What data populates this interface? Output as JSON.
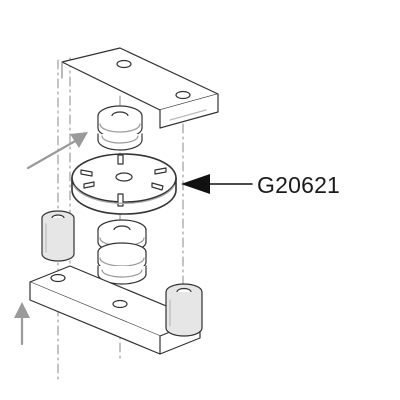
{
  "callout": {
    "part_number": "G20621"
  },
  "colors": {
    "line": "#333333",
    "hidden_line": "#8a8a8a",
    "shade": "#cfcfcf",
    "arrow_grey": "#9a9a9a",
    "background": "#ffffff"
  },
  "components": {
    "highlighted_part": "slotted-disc",
    "other_parts": [
      "upper-bracket-plate",
      "upper-spring-washer",
      "lower-spring-stack",
      "left-bushing",
      "right-bushing",
      "lower-bracket-plate"
    ]
  }
}
